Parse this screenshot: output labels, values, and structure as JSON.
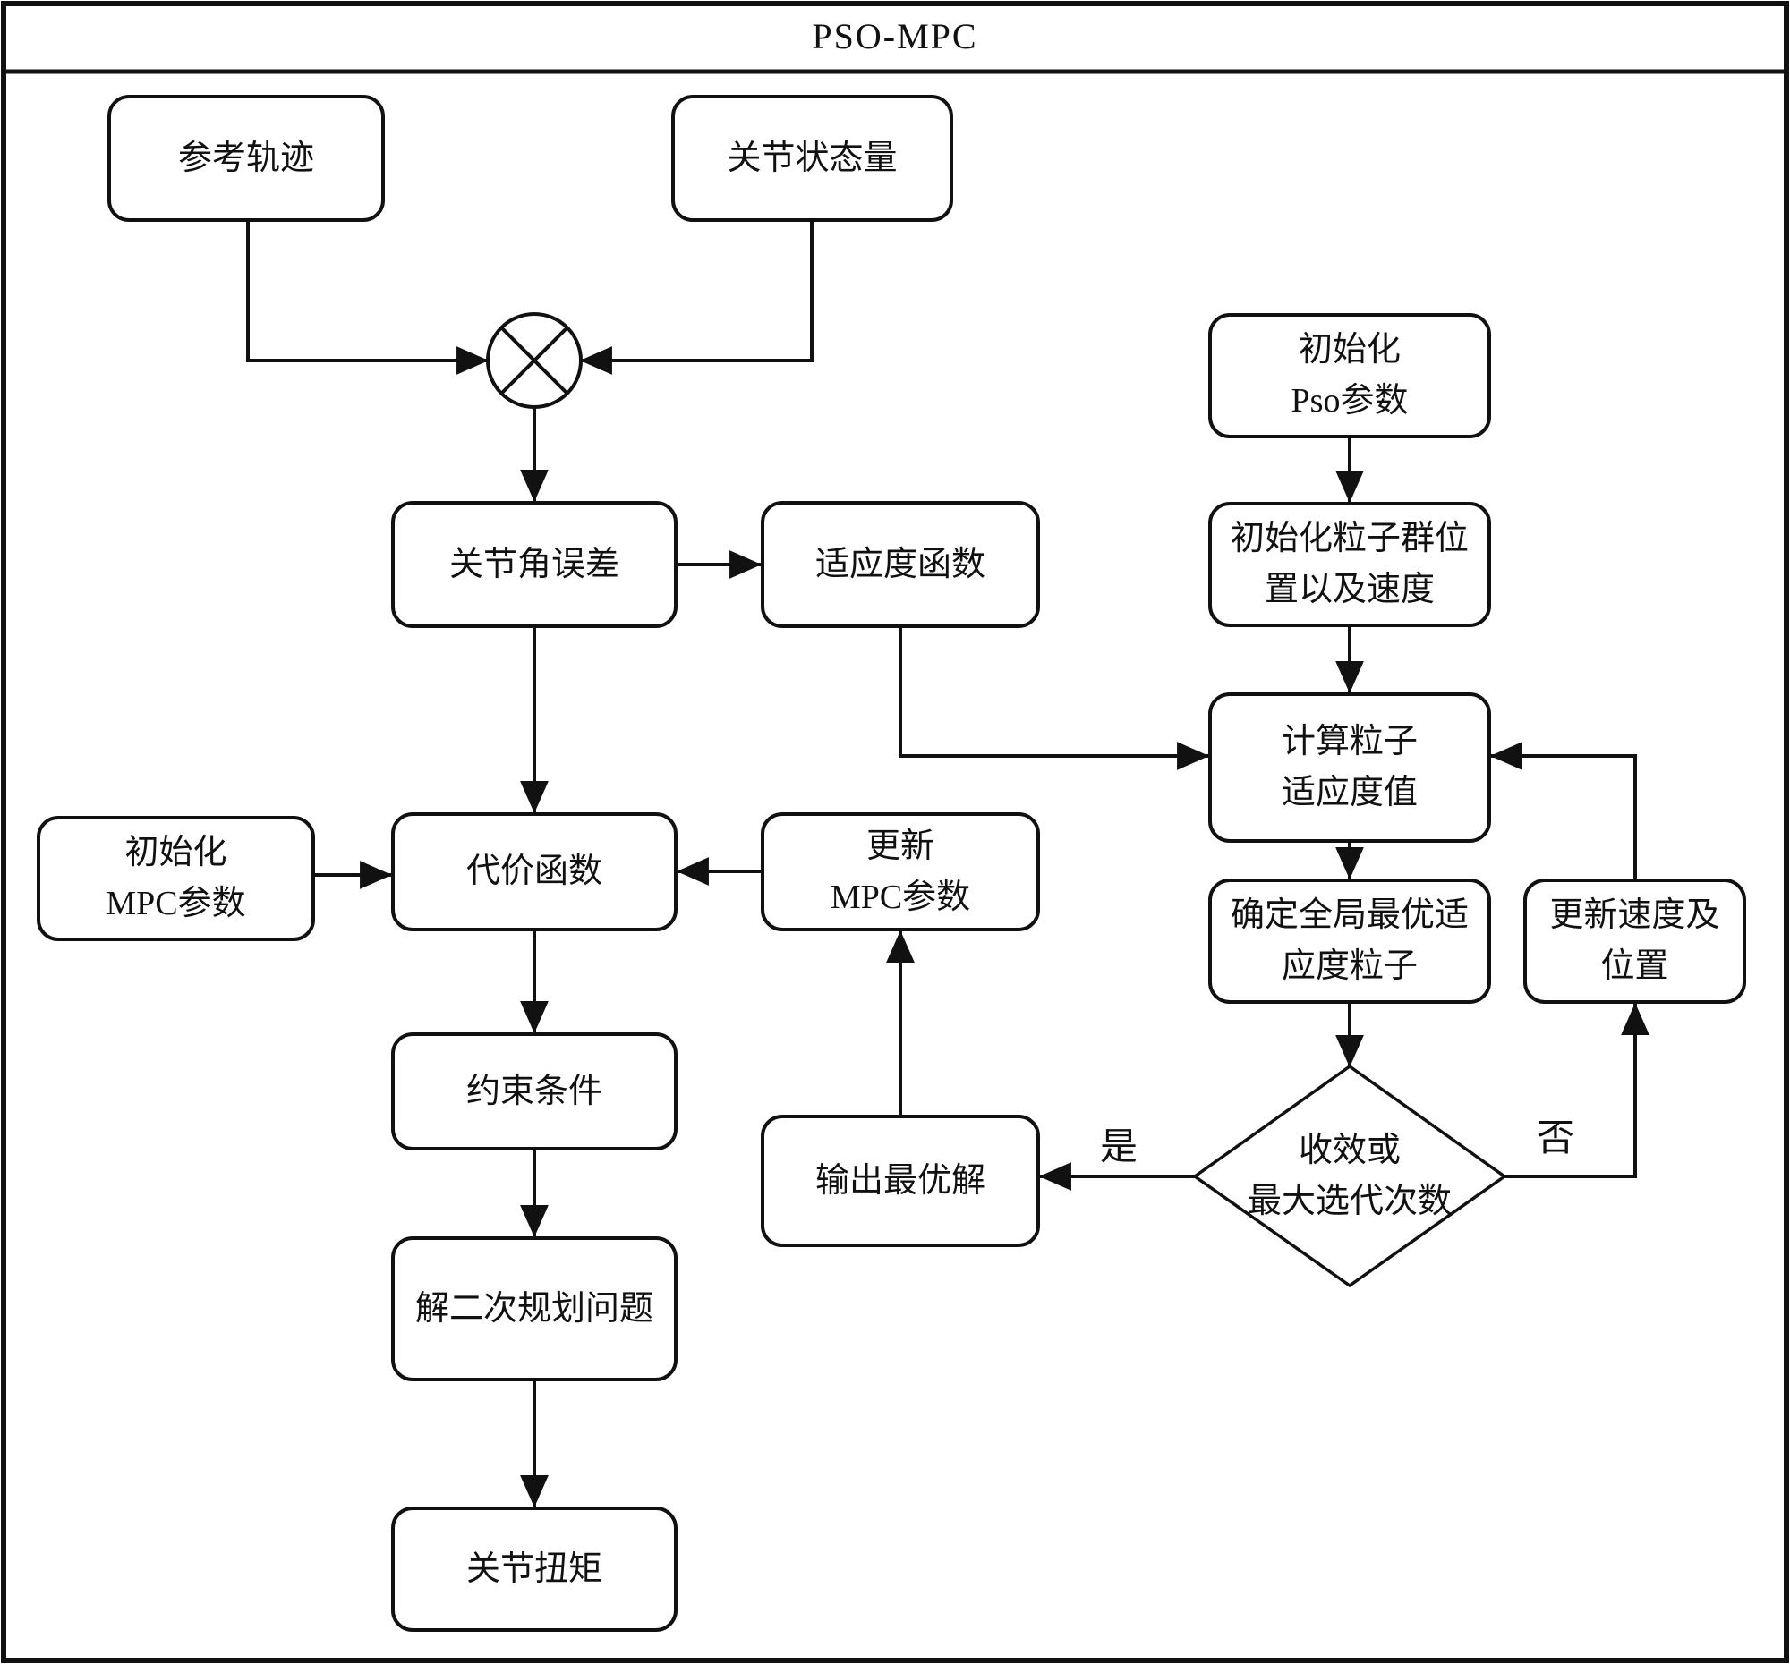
{
  "title": "PSO-MPC",
  "nodes": {
    "reference_trajectory": {
      "text": "参考轨迹"
    },
    "joint_state": {
      "text": "关节状态量"
    },
    "joint_angle_error": {
      "text": "关节角误差"
    },
    "fitness_function": {
      "text": "适应度函数"
    },
    "init_pso": {
      "text": "初始化\nPso参数"
    },
    "init_swarm": {
      "text": "初始化粒子群位\n置以及速度"
    },
    "compute_fitness": {
      "text": "计算粒子\n适应度值"
    },
    "global_best": {
      "text": "确定全局最优适\n应度粒子"
    },
    "update_velocity": {
      "text": "更新速度及\n位置"
    },
    "decision": {
      "text": "收效或\n最大选代次数"
    },
    "output_best": {
      "text": "输出最优解"
    },
    "update_mpc": {
      "text": "更新\nMPC参数"
    },
    "init_mpc": {
      "text": "初始化\nMPC参数"
    },
    "cost_function": {
      "text": "代价函数"
    },
    "constraints": {
      "text": "约束条件"
    },
    "solve_qp": {
      "text": "解二次规划问题"
    },
    "joint_torque": {
      "text": "关节扭矩"
    }
  },
  "edge_labels": {
    "yes": "是",
    "no": "否"
  },
  "colors": {
    "line": "#111111",
    "background": "#ffffff",
    "text": "#111111"
  }
}
